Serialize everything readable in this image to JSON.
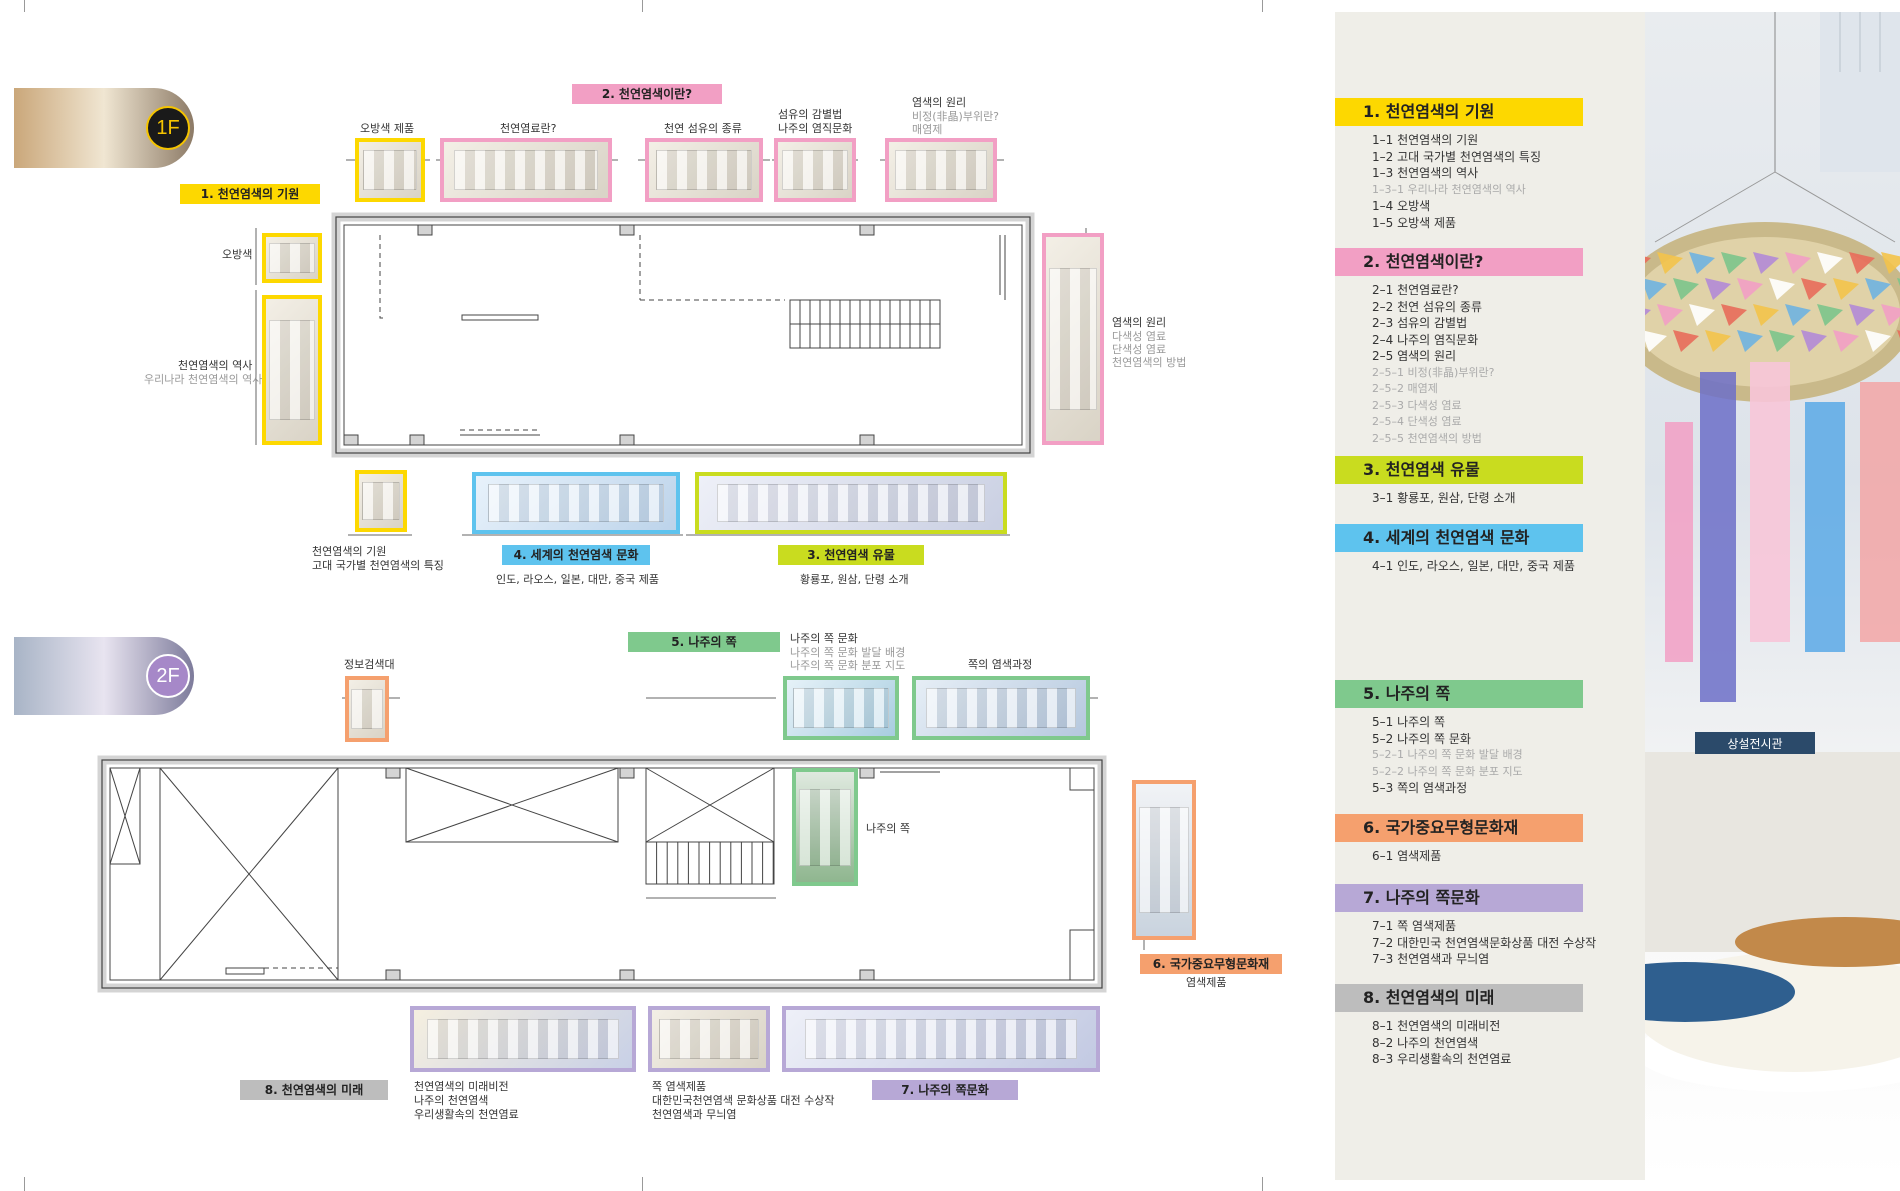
{
  "colors": {
    "yellow": "#fdd800",
    "pink": "#f29fc4",
    "lime": "#c9dc1f",
    "skyblue": "#5ec3ee",
    "green": "#7fc98d",
    "orange": "#f5a06e",
    "purple": "#b7a8d6",
    "gray": "#bdbdbd",
    "wall": "#d4d4d4",
    "panel_bg": "#efeee8"
  },
  "floor1": {
    "badge": "1F",
    "tags": {
      "origin": "1. 천연염색의 기원",
      "what_is": "2. 천연염색이란?",
      "relics": "3. 천연염색 유물",
      "world": "4. 세계의 천연염색 문화"
    },
    "labels": {
      "obangsaek_products": "오방색 제품",
      "what_dye": "천연염료란?",
      "fiber_types": "천연 섬유의 종류",
      "fiber_id": "섬유의 감별법",
      "naju_weaving": "나주의 염직문화",
      "dye_principle_top": "염색의 원리",
      "dye_principle_top_sub1": "비정(非晶)부위란?",
      "dye_principle_top_sub2": "매염제",
      "obangsaek": "오방색",
      "history": "천연염색의 역사",
      "history_sub": "우리나라 천연염색의 역사",
      "right_principle": "염색의 원리",
      "right_sub1": "다색성 염료",
      "right_sub2": "단색성 염료",
      "right_sub3": "천연염색의 방법",
      "bottom_origin_1": "천연염색의 기원",
      "bottom_origin_2": "고대 국가별 천연염색의 특징",
      "world_desc": "인도, 라오스, 일본, 대만, 중국 제품",
      "relics_desc": "황룡포, 원삼, 단령 소개"
    }
  },
  "floor2": {
    "badge": "2F",
    "tags": {
      "naju_jjok": "5. 나주의 쪽",
      "heritage": "6. 국가중요무형문화재",
      "jjok_culture": "7. 나주의 쪽문화",
      "future": "8. 천연염색의 미래"
    },
    "labels": {
      "info_kiosk": "정보검색대",
      "jjok_culture_title": "나주의 쪽 문화",
      "jjok_culture_sub1": "나주의 쪽 문화 발달 배경",
      "jjok_culture_sub2": "나주의 쪽 문화 분포 지도",
      "jjok_process": "쪽의 염색과정",
      "naju_jjok_side": "나주의 쪽",
      "heritage_desc": "염색제품",
      "future_1": "천연염색의 미래비전",
      "future_2": "나주의 천연염색",
      "future_3": "우리생활속의 천연염료",
      "jjok_1": "쪽 염색제품",
      "jjok_2": "대한민국천연염색 문화상품 대전 수상작",
      "jjok_3": "천연염색과 무늬염"
    }
  },
  "index": [
    {
      "title": "1. 천연염색의 기원",
      "color": "#fdd800",
      "items": [
        {
          "t": "1–1 천연염색의 기원",
          "sub": false
        },
        {
          "t": "1–2 고대 국가별 천연염색의 특징",
          "sub": false
        },
        {
          "t": "1–3 천연염색의 역사",
          "sub": false
        },
        {
          "t": "1–3–1 우리나라 천연염색의 역사",
          "sub": true
        },
        {
          "t": "1–4 오방색",
          "sub": false
        },
        {
          "t": "1–5 오방색 제품",
          "sub": false
        }
      ]
    },
    {
      "title": "2. 천연염색이란?",
      "color": "#f29fc4",
      "items": [
        {
          "t": "2–1 천연염료란?",
          "sub": false
        },
        {
          "t": "2–2 천연 섬유의 종류",
          "sub": false
        },
        {
          "t": "2–3 섬유의 감별법",
          "sub": false
        },
        {
          "t": "2–4 나주의 염직문화",
          "sub": false
        },
        {
          "t": "2–5 염색의 원리",
          "sub": false
        },
        {
          "t": "2–5–1 비정(非晶)부위란?",
          "sub": true
        },
        {
          "t": "2–5–2 매염제",
          "sub": true
        },
        {
          "t": "2–5–3 다색성 염료",
          "sub": true
        },
        {
          "t": "2–5–4 단색성 염료",
          "sub": true
        },
        {
          "t": "2–5–5 천연염색의 방법",
          "sub": true
        }
      ]
    },
    {
      "title": "3. 천연염색 유물",
      "color": "#c9dc1f",
      "items": [
        {
          "t": "3–1 황룡포, 원삼, 단령 소개",
          "sub": false
        }
      ]
    },
    {
      "title": "4. 세계의 천연염색 문화",
      "color": "#5ec3ee",
      "items": [
        {
          "t": "4–1 인도, 라오스, 일본, 대만, 중국 제품",
          "sub": false
        }
      ]
    },
    {
      "title": "5. 나주의 쪽",
      "color": "#7fc98d",
      "items": [
        {
          "t": "5–1 나주의 쪽",
          "sub": false
        },
        {
          "t": "5–2 나주의 쪽 문화",
          "sub": false
        },
        {
          "t": "5–2–1 나주의 쪽 문화 발달 배경",
          "sub": true
        },
        {
          "t": "5–2–2 나주의 쪽 문화 분포 지도",
          "sub": true
        },
        {
          "t": "5–3 쪽의 염색과정",
          "sub": false
        }
      ]
    },
    {
      "title": "6. 국가중요무형문화재",
      "color": "#f5a06e",
      "items": [
        {
          "t": "6–1 염색제품",
          "sub": false
        }
      ]
    },
    {
      "title": "7. 나주의 쪽문화",
      "color": "#b7a8d6",
      "items": [
        {
          "t": "7–1 쪽 염색제품",
          "sub": false
        },
        {
          "t": "7–2 대한민국 천연염색문화상품 대전 수상작",
          "sub": false
        },
        {
          "t": "7–3 천연염색과 무늬염",
          "sub": false
        }
      ]
    },
    {
      "title": "8. 천연염색의 미래",
      "color": "#bdbdbd",
      "items": [
        {
          "t": "8–1 천연염색의 미래비전",
          "sub": false
        },
        {
          "t": "8–2 나주의 천연염색",
          "sub": false
        },
        {
          "t": "8–3 우리생활속의 천연염료",
          "sub": false
        }
      ]
    }
  ],
  "photo": {
    "sign": "상설전시관"
  }
}
